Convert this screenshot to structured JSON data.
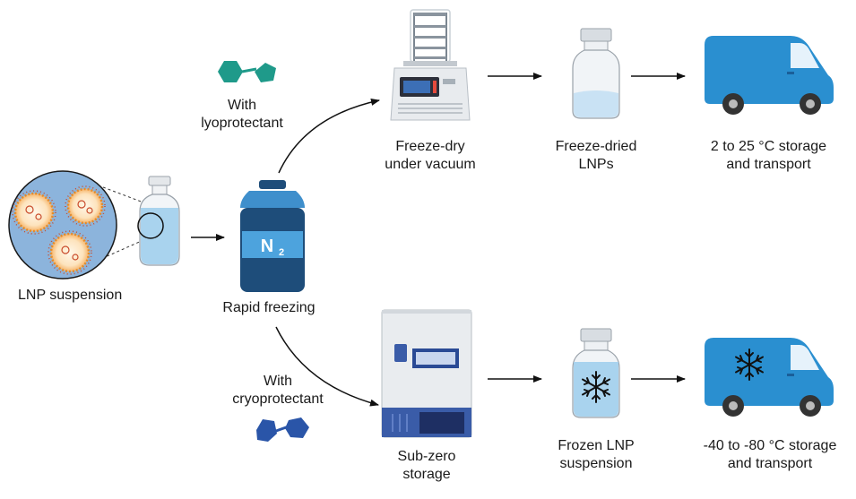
{
  "labels": {
    "lnp_suspension": "LNP suspension",
    "rapid_freezing": "Rapid freezing",
    "with_lyo_1": "With",
    "with_lyo_2": "lyoprotectant",
    "with_cryo_1": "With",
    "with_cryo_2": "cryoprotectant",
    "freeze_dry_1": "Freeze-dry",
    "freeze_dry_2": "under vacuum",
    "freeze_dried_1": "Freeze-dried",
    "freeze_dried_2": "LNPs",
    "storage_warm_1": "2 to 25 °C storage",
    "storage_warm_2": "and transport",
    "subzero_1": "Sub-zero",
    "subzero_2": "storage",
    "frozen_1": "Frozen LNP",
    "frozen_2": "suspension",
    "storage_cold_1": "-40 to -80 °C storage",
    "storage_cold_2": "and transport",
    "tank_main": "N",
    "tank_sub": "2"
  },
  "colors": {
    "teal": "#1f9a8a",
    "navy": "#2a55a8",
    "van_blue": "#2a8fd0",
    "liquid": "#a9d3ee",
    "tank_dark": "#1e4d7a",
    "tank_light": "#4da3dd",
    "circle_bg": "#8cb4dc"
  }
}
